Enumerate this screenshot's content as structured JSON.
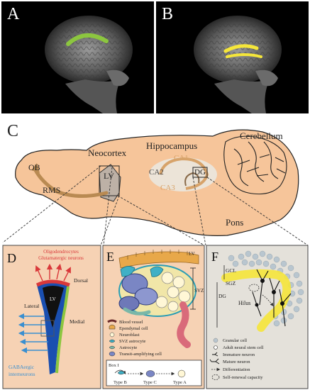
{
  "panels": {
    "a": {
      "letter": "A"
    },
    "b": {
      "letter": "B"
    },
    "c": {
      "letter": "C"
    },
    "d": {
      "letter": "D"
    },
    "e": {
      "letter": "E"
    },
    "f": {
      "letter": "F"
    }
  },
  "brain": {
    "ob": "OB",
    "rms": "RMS",
    "neocortex": "Neocortex",
    "lv": "LV",
    "hippocampus": "Hippocampus",
    "cerebellum": "Cerebellum",
    "ca1": "CA1",
    "ca2": "CA2",
    "ca3": "CA3",
    "dg": "DG",
    "pons": "Pons"
  },
  "panel_d": {
    "top_label_1": "Oligodendrocytes",
    "top_label_2": "Glutamatergic neurons",
    "dorsal": "Dorsal",
    "lateral": "Lateral",
    "medial": "Medial",
    "lv": "LV",
    "bottom_label_1": "GABAergic",
    "bottom_label_2": "interneurons"
  },
  "panel_e": {
    "lv": "LV",
    "svz": "SVZ",
    "legend": [
      "Blood vessel",
      "Ependymal cell",
      "Neuroblast",
      "SVZ astrocyte",
      "Astrocyte",
      "Transit-amplifying cell"
    ],
    "box_title": "Box I",
    "types": [
      "Type B",
      "Type C",
      "Type A"
    ]
  },
  "panel_f": {
    "gcl": "GCL",
    "sgz": "SGZ",
    "dg": "DG",
    "hilus": "Hilus",
    "legend": [
      "Granular cell",
      "Adult neural stem cell",
      "Immature neuron",
      "Mature neuron",
      "Differentiation",
      "Self-renewal capacity"
    ]
  },
  "colors": {
    "brain_fill": "#f6c59a",
    "panel_d_bg": "#f6d2b4",
    "panel_e_bg": "#f6d2b4",
    "panel_f_bg": "#e4e1da",
    "green": "#8cc63f",
    "yellow": "#f5e63a",
    "blue_arrows": "#3a8fd0",
    "red_arrows": "#d9383a"
  }
}
